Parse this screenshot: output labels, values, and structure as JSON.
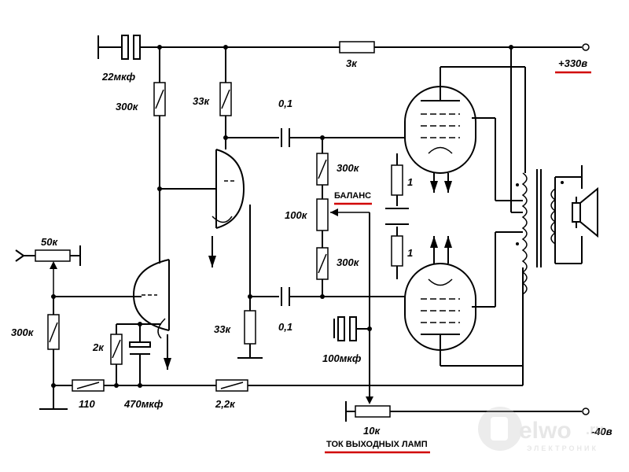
{
  "diagram": {
    "title": "",
    "components": {
      "c_input": "22мкф",
      "r_top": "3к",
      "supply_plus": "+330в",
      "r_300k_top": "300к",
      "r_33k_top": "33к",
      "c_01_top": "0,1",
      "r_300k_bal_top": "300к",
      "balance": "БАЛАНС",
      "r_100k": "100к",
      "r_300k_bal_bot": "300к",
      "c_01_bot": "0,1",
      "r_1_top": "1",
      "r_1_bot": "1",
      "pot_50k": "50к",
      "r_300k_left": "300к",
      "r_2k": "2к",
      "r_33k_bot": "33к",
      "r_110": "110",
      "c_470": "470мкф",
      "r_22k": "2,2к",
      "c_100": "100мкф",
      "pot_10k": "10к",
      "output_current": "ТОК ВЫХОДНЫХ ЛАМП",
      "supply_minus": "-40в"
    },
    "colors": {
      "highlight_underline": "#d10000",
      "wire": "#000000"
    },
    "watermark": {
      "brand": "elwo",
      "tld": ".ru",
      "tagline": "ЭЛЕКТРОНИК"
    }
  }
}
